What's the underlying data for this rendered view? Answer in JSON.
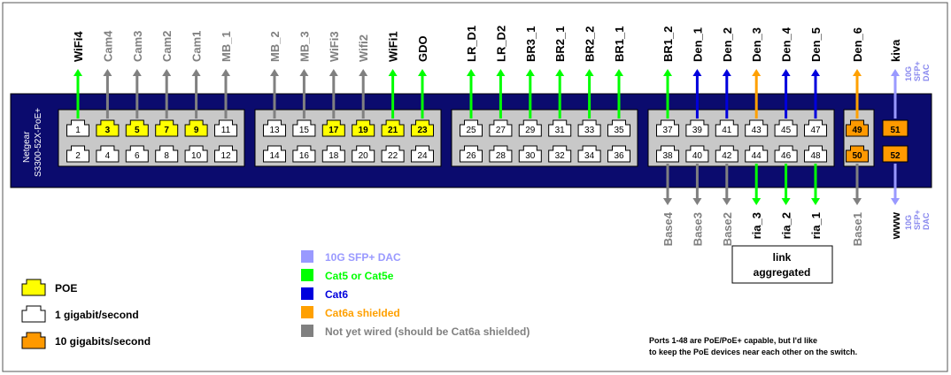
{
  "switch": {
    "model": "S3300-52X-PoE+",
    "brand": "Netgear"
  },
  "colors": {
    "poe": "#ffff00",
    "gigabit": "#ffffff",
    "ten_gig": "#ff9900",
    "sfp_dac": "#9999ff",
    "cat5": "#00ff00",
    "cat6": "#0000dd",
    "cat6a": "#ffa000",
    "unwired": "#808080",
    "chassis": "#0b0b6e",
    "group_bg": "#c8c8c8"
  },
  "ports": [
    {
      "n": "1",
      "type": "gigabit",
      "label": "WiFi4",
      "cable": "cat5"
    },
    {
      "n": "2",
      "type": "gigabit"
    },
    {
      "n": "3",
      "type": "poe",
      "label": "Cam4",
      "cable": "unwired"
    },
    {
      "n": "4",
      "type": "gigabit"
    },
    {
      "n": "5",
      "type": "poe",
      "label": "Cam3",
      "cable": "unwired"
    },
    {
      "n": "6",
      "type": "gigabit"
    },
    {
      "n": "7",
      "type": "poe",
      "label": "Cam2",
      "cable": "unwired"
    },
    {
      "n": "8",
      "type": "gigabit"
    },
    {
      "n": "9",
      "type": "poe",
      "label": "Cam1",
      "cable": "unwired"
    },
    {
      "n": "10",
      "type": "gigabit"
    },
    {
      "n": "11",
      "type": "gigabit",
      "label": "MB_1",
      "cable": "unwired"
    },
    {
      "n": "12",
      "type": "gigabit"
    },
    {
      "n": "13",
      "type": "gigabit",
      "label": "MB_2",
      "cable": "unwired"
    },
    {
      "n": "14",
      "type": "gigabit"
    },
    {
      "n": "15",
      "type": "gigabit",
      "label": "MB_3",
      "cable": "unwired"
    },
    {
      "n": "16",
      "type": "gigabit"
    },
    {
      "n": "17",
      "type": "poe",
      "label": "WiFi3",
      "cable": "unwired"
    },
    {
      "n": "18",
      "type": "gigabit"
    },
    {
      "n": "19",
      "type": "poe",
      "label": "Wifi2",
      "cable": "unwired"
    },
    {
      "n": "20",
      "type": "gigabit"
    },
    {
      "n": "21",
      "type": "poe",
      "label": "WiFi1",
      "cable": "cat5"
    },
    {
      "n": "22",
      "type": "gigabit"
    },
    {
      "n": "23",
      "type": "poe",
      "label": "GDO",
      "cable": "cat5"
    },
    {
      "n": "24",
      "type": "gigabit"
    },
    {
      "n": "25",
      "type": "gigabit",
      "label": "LR_D1",
      "cable": "cat5"
    },
    {
      "n": "26",
      "type": "gigabit"
    },
    {
      "n": "27",
      "type": "gigabit",
      "label": "LR_D2",
      "cable": "cat5"
    },
    {
      "n": "28",
      "type": "gigabit"
    },
    {
      "n": "29",
      "type": "gigabit",
      "label": "BR3_1",
      "cable": "cat5"
    },
    {
      "n": "30",
      "type": "gigabit"
    },
    {
      "n": "31",
      "type": "gigabit",
      "label": "BR2_1",
      "cable": "cat5"
    },
    {
      "n": "32",
      "type": "gigabit"
    },
    {
      "n": "33",
      "type": "gigabit",
      "label": "BR2_2",
      "cable": "cat5"
    },
    {
      "n": "34",
      "type": "gigabit"
    },
    {
      "n": "35",
      "type": "gigabit",
      "label": "BR1_1",
      "cable": "cat5"
    },
    {
      "n": "36",
      "type": "gigabit"
    },
    {
      "n": "37",
      "type": "gigabit",
      "label": "BR1_2",
      "cable": "cat5"
    },
    {
      "n": "38",
      "type": "gigabit",
      "label": "Base4",
      "cable": "unwired"
    },
    {
      "n": "39",
      "type": "gigabit",
      "label": "Den_1",
      "cable": "cat6"
    },
    {
      "n": "40",
      "type": "gigabit",
      "label": "Base3",
      "cable": "unwired"
    },
    {
      "n": "41",
      "type": "gigabit",
      "label": "Den_2",
      "cable": "cat6"
    },
    {
      "n": "42",
      "type": "gigabit",
      "label": "Base2",
      "cable": "unwired"
    },
    {
      "n": "43",
      "type": "gigabit",
      "label": "Den_3",
      "cable": "cat6a"
    },
    {
      "n": "44",
      "type": "gigabit",
      "label": "ria_3",
      "cable": "cat5"
    },
    {
      "n": "45",
      "type": "gigabit",
      "label": "Den_4",
      "cable": "cat6"
    },
    {
      "n": "46",
      "type": "gigabit",
      "label": "ria_2",
      "cable": "cat5"
    },
    {
      "n": "47",
      "type": "gigabit",
      "label": "Den_5",
      "cable": "cat6"
    },
    {
      "n": "48",
      "type": "gigabit",
      "label": "ria_1",
      "cable": "cat5"
    },
    {
      "n": "49",
      "type": "ten_gig",
      "label": "Den_6",
      "cable": "cat6a"
    },
    {
      "n": "50",
      "type": "ten_gig",
      "label": "Base1",
      "cable": "unwired"
    },
    {
      "n": "51",
      "type": "sfp",
      "label": "kiva",
      "cable": "sfp_dac"
    },
    {
      "n": "52",
      "type": "sfp",
      "label": "www",
      "cable": "sfp_dac"
    }
  ],
  "sfp_cable_label": [
    "10G",
    "SFP+",
    "DAC"
  ],
  "link_aggregated": [
    "link",
    "aggregated"
  ],
  "legend_types": [
    {
      "type": "poe",
      "text": "POE"
    },
    {
      "type": "gigabit",
      "text": "1 gigabit/second"
    },
    {
      "type": "ten_gig",
      "text": "10 gigabits/second"
    }
  ],
  "legend_cables": [
    {
      "cable": "sfp_dac",
      "text": "10G SFP+ DAC"
    },
    {
      "cable": "cat5",
      "text": "Cat5 or Cat5e"
    },
    {
      "cable": "cat6",
      "text": "Cat6"
    },
    {
      "cable": "cat6a",
      "text": "Cat6a shielded"
    },
    {
      "cable": "unwired",
      "text": "Not yet wired (should be Cat6a shielded)"
    }
  ],
  "note": [
    "Ports 1-48 are PoE/PoE+ capable, but I'd like",
    "to keep the PoE devices near each other on the switch."
  ]
}
